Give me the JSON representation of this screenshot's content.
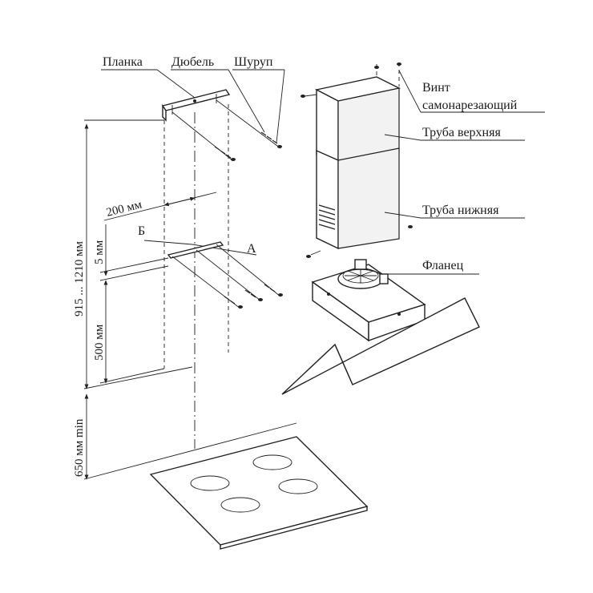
{
  "labels": {
    "planka": "Планка",
    "dyubel": "Дюбель",
    "shurup": "Шуруп",
    "vint_line1": "Винт",
    "vint_line2": "самонарезающий",
    "truba_verkh": "Труба верхняя",
    "truba_nizh": "Труба нижняя",
    "flanets": "Фланец",
    "point_b": "Б",
    "point_a": "А"
  },
  "dimensions": {
    "d200": "200 мм",
    "d5": "5 мм",
    "d915": "915 ... 1210 мм",
    "d500": "500 мм",
    "d650": "650 мм min"
  },
  "colors": {
    "line": "#222222",
    "background": "#ffffff"
  }
}
